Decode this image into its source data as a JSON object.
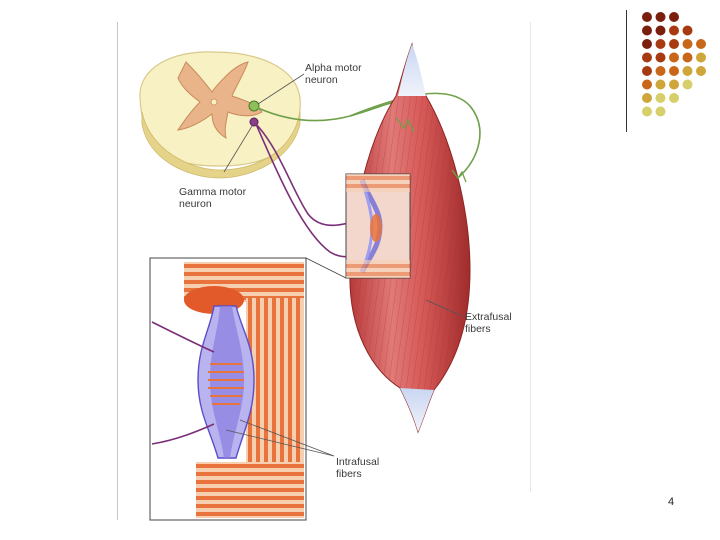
{
  "figure": {
    "labels": {
      "alpha_motor_neuron": [
        "Alpha motor",
        "neuron"
      ],
      "gamma_motor_neuron": [
        "Gamma motor",
        "neuron"
      ],
      "extrafusal_fibers": [
        "Extrafusal",
        "fibers"
      ],
      "intrafusal_fibers": [
        "Intrafusal",
        "fibers"
      ]
    }
  },
  "slide": {
    "page_number": "4"
  },
  "theme": {
    "dot_colors": [
      "#7a1f0e",
      "#a83a12",
      "#c8661a",
      "#cfa63a",
      "#d6cf6a"
    ]
  }
}
